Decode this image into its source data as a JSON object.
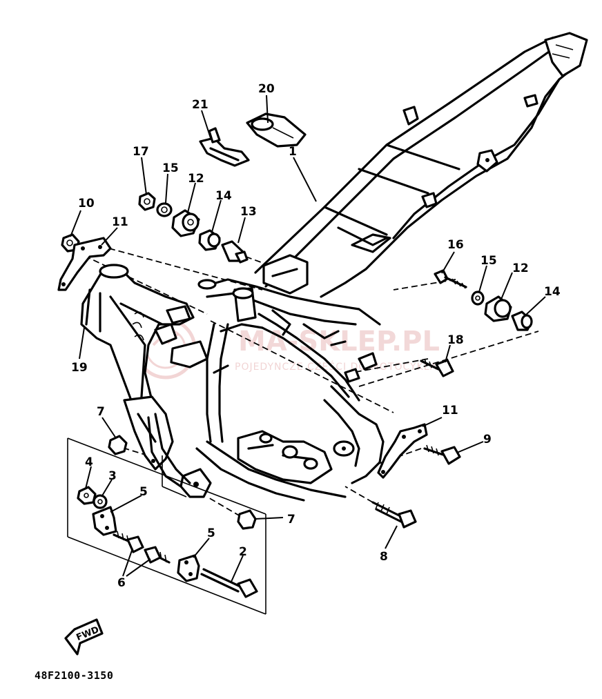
{
  "callouts": {
    "c1": "1",
    "c2": "2",
    "c3": "3",
    "c4": "4",
    "c5a": "5",
    "c5b": "5",
    "c6": "6",
    "c7a": "7",
    "c7b": "7",
    "c8": "8",
    "c9": "9",
    "c10": "10",
    "c11a": "11",
    "c11b": "11",
    "c12a": "12",
    "c12b": "12",
    "c13": "13",
    "c14a": "14",
    "c14b": "14",
    "c15a": "15",
    "c15b": "15",
    "c16": "16",
    "c17": "17",
    "c18": "18",
    "c19": "19",
    "c20": "20",
    "c21": "21"
  },
  "diagram_code": "48F2100-3150",
  "fwd_label": "FWD",
  "watermark": {
    "text": "MA-SKLEP.PL",
    "subtext": "POJEDYNCZE CZĘŚCI DO MOTOCYKLA"
  },
  "colors": {
    "ink": "#000000",
    "watermark": "#e9b9b9",
    "background": "#ffffff"
  }
}
